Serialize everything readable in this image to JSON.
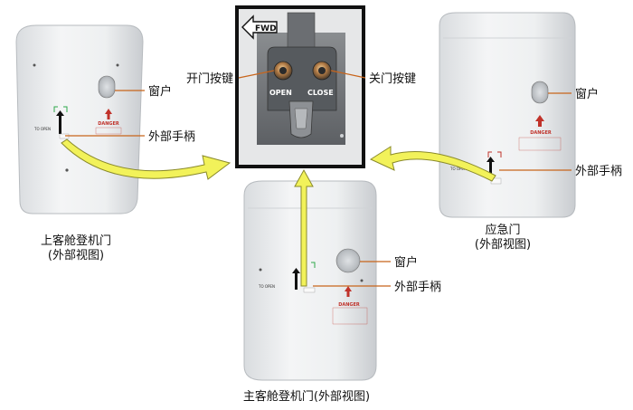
{
  "labels": {
    "window": "窗户",
    "external_handle": "外部手柄",
    "open_button": "开门按键",
    "close_button": "关门按键"
  },
  "panel": {
    "fwd": "FWD",
    "open": "OPEN",
    "close": "CLOSE"
  },
  "door_placard": {
    "danger": "DANGER",
    "to_open": "TO OPEN"
  },
  "captions": {
    "upper_deck_door_line1": "上客舱登机门",
    "upper_deck_door_line2": "(外部视图)",
    "emergency_door_line1": "应急门",
    "emergency_door_line2": "(外部视图)",
    "main_deck_door": "主客舱登机门(外部视图)"
  },
  "colors": {
    "arrow_fill": "#f2f25a",
    "arrow_stroke": "#8a8a2a",
    "leader_line": "#c8651b",
    "door_fill": "#eceef0",
    "panel_frame": "#111111"
  }
}
